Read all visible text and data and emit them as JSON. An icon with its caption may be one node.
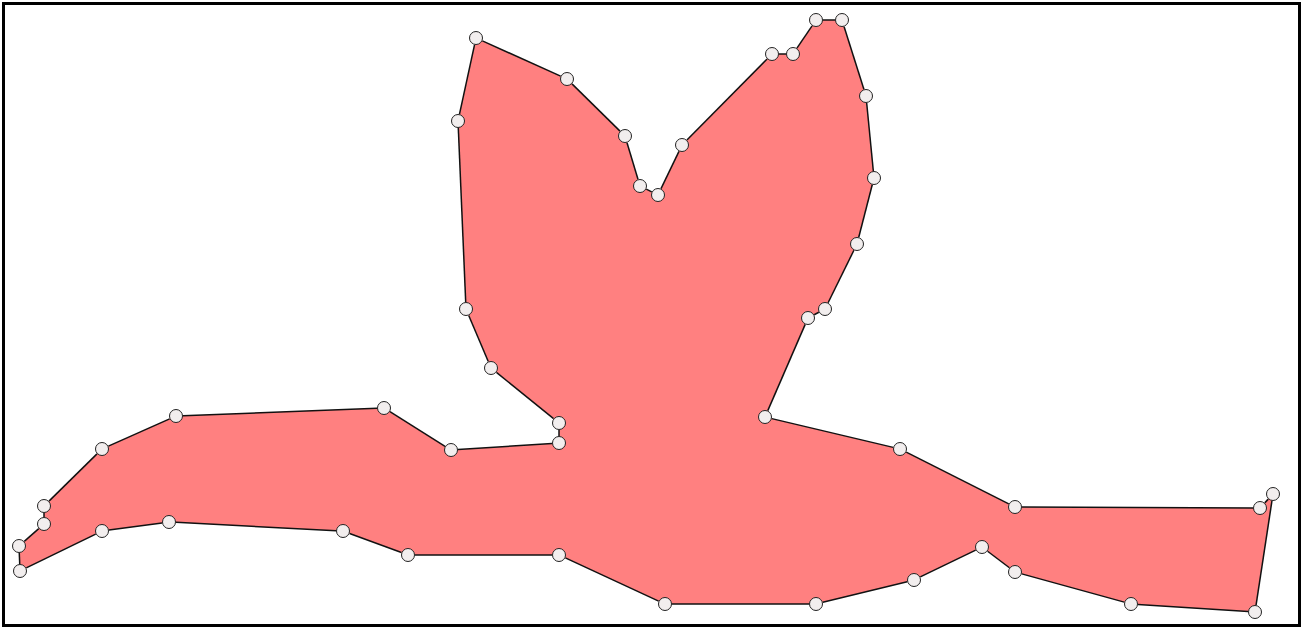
{
  "diagram": {
    "nodes": [
      {
        "text": [],
        "shape": "circle"
      },
      {
        "text": [],
        "shape": "circle"
      },
      {
        "text": [],
        "shape": "circle"
      },
      {
        "text": [],
        "shape": "circle"
      },
      {
        "text": [],
        "shape": "circle"
      },
      {
        "text": [],
        "shape": "circle"
      },
      {
        "text": [],
        "shape": "circle"
      },
      {
        "text": [],
        "shape": "circle"
      },
      {
        "text": [],
        "shape": "circle"
      },
      {
        "text": [],
        "shape": "circle"
      },
      {
        "text": [],
        "shape": "circle"
      },
      {
        "text": [],
        "shape": "circle"
      },
      {
        "text": [],
        "shape": "circle"
      },
      {
        "text": [],
        "shape": "circle"
      },
      {
        "text": [],
        "shape": "circle"
      },
      {
        "text": [],
        "shape": "circle"
      },
      {
        "text": [],
        "shape": "circle"
      },
      {
        "text": [],
        "shape": "circle"
      },
      {
        "text": [],
        "shape": "circle"
      },
      {
        "text": [],
        "shape": "circle"
      },
      {
        "text": [],
        "shape": "circle"
      },
      {
        "text": [],
        "shape": "circle"
      },
      {
        "text": [],
        "shape": "circle"
      },
      {
        "text": [],
        "shape": "circle"
      },
      {
        "text": [],
        "shape": "circle"
      },
      {
        "text": [],
        "shape": "circle"
      },
      {
        "text": [],
        "shape": "circle"
      },
      {
        "text": [],
        "shape": "circle"
      },
      {
        "text": [],
        "shape": "circle"
      },
      {
        "text": [],
        "shape": "circle"
      },
      {
        "text": [],
        "shape": "circle"
      },
      {
        "text": [],
        "shape": "circle"
      },
      {
        "text": [],
        "shape": "circle"
      },
      {
        "text": [],
        "shape": "circle"
      },
      {
        "text": [],
        "shape": "circle"
      },
      {
        "text": [],
        "shape": "circle"
      },
      {
        "text": [],
        "shape": "circle"
      },
      {
        "text": [],
        "shape": "circle"
      },
      {
        "text": [],
        "shape": "circle"
      },
      {
        "text": [],
        "shape": "circle"
      },
      {
        "text": [],
        "shape": "circle"
      },
      {
        "text": [],
        "shape": "circle"
      },
      {
        "text": [],
        "shape": "circle"
      },
      {
        "text": [],
        "shape": "circle"
      },
      {
        "text": [],
        "shape": "circle"
      }
    ],
    "edges": [
      {
        "from": 0,
        "to": 1,
        "arrow": "none"
      },
      {
        "from": 1,
        "to": 2,
        "arrow": "none"
      },
      {
        "from": 2,
        "to": 3,
        "arrow": "none"
      },
      {
        "from": 3,
        "to": 4,
        "arrow": "none"
      },
      {
        "from": 4,
        "to": 5,
        "arrow": "none"
      },
      {
        "from": 5,
        "to": 6,
        "arrow": "none"
      },
      {
        "from": 6,
        "to": 7,
        "arrow": "none"
      },
      {
        "from": 7,
        "to": 8,
        "arrow": "none"
      },
      {
        "from": 8,
        "to": 9,
        "arrow": "none"
      },
      {
        "from": 9,
        "to": 10,
        "arrow": "none"
      },
      {
        "from": 10,
        "to": 11,
        "arrow": "none"
      },
      {
        "from": 11,
        "to": 12,
        "arrow": "none"
      },
      {
        "from": 12,
        "to": 13,
        "arrow": "none"
      },
      {
        "from": 13,
        "to": 14,
        "arrow": "none"
      },
      {
        "from": 14,
        "to": 15,
        "arrow": "none"
      },
      {
        "from": 15,
        "to": 16,
        "arrow": "none"
      },
      {
        "from": 16,
        "to": 17,
        "arrow": "none"
      },
      {
        "from": 17,
        "to": 18,
        "arrow": "none"
      },
      {
        "from": 18,
        "to": 19,
        "arrow": "none"
      },
      {
        "from": 19,
        "to": 20,
        "arrow": "none"
      },
      {
        "from": 20,
        "to": 21,
        "arrow": "none"
      },
      {
        "from": 21,
        "to": 22,
        "arrow": "none"
      },
      {
        "from": 22,
        "to": 23,
        "arrow": "none"
      },
      {
        "from": 23,
        "to": 24,
        "arrow": "none"
      },
      {
        "from": 24,
        "to": 25,
        "arrow": "none"
      },
      {
        "from": 25,
        "to": 26,
        "arrow": "none"
      },
      {
        "from": 26,
        "to": 27,
        "arrow": "none"
      },
      {
        "from": 27,
        "to": 28,
        "arrow": "none"
      },
      {
        "from": 28,
        "to": 29,
        "arrow": "none"
      },
      {
        "from": 29,
        "to": 30,
        "arrow": "none"
      },
      {
        "from": 30,
        "to": 31,
        "arrow": "none"
      },
      {
        "from": 31,
        "to": 32,
        "arrow": "none"
      },
      {
        "from": 32,
        "to": 33,
        "arrow": "none"
      },
      {
        "from": 33,
        "to": 34,
        "arrow": "none"
      },
      {
        "from": 34,
        "to": 35,
        "arrow": "none"
      },
      {
        "from": 35,
        "to": 36,
        "arrow": "none"
      },
      {
        "from": 36,
        "to": 37,
        "arrow": "none"
      },
      {
        "from": 37,
        "to": 38,
        "arrow": "none"
      },
      {
        "from": 38,
        "to": 39,
        "arrow": "none"
      },
      {
        "from": 39,
        "to": 40,
        "arrow": "none"
      },
      {
        "from": 40,
        "to": 41,
        "arrow": "none"
      },
      {
        "from": 41,
        "to": 42,
        "arrow": "none"
      },
      {
        "from": 42,
        "to": 43,
        "arrow": "none"
      },
      {
        "from": 43,
        "to": 44,
        "arrow": "none"
      },
      {
        "from": 44,
        "to": 0,
        "arrow": "none"
      }
    ]
  }
}
